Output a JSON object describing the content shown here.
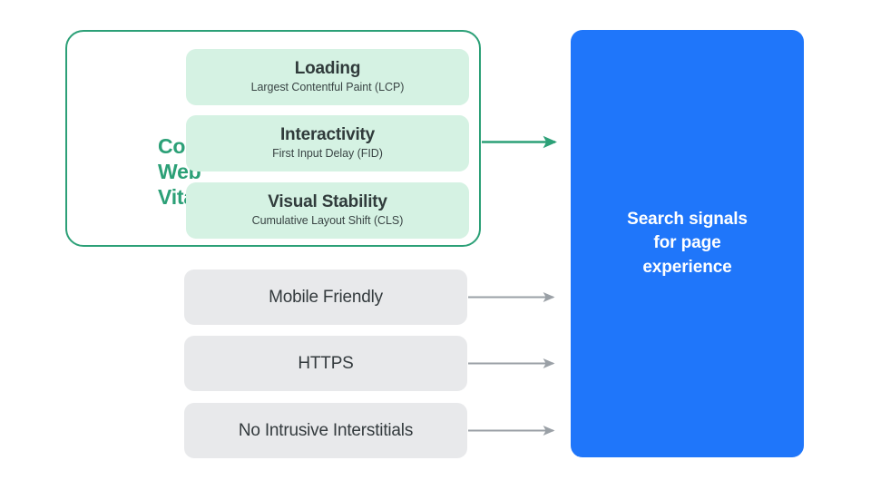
{
  "diagram": {
    "title": "Search signals for page experience",
    "background_color": "#FFFFFF",
    "core_web_vitals": {
      "group_label": "Core\nWeb\nVitals",
      "group_label_lines": [
        "Core",
        "Web",
        "Vitals"
      ],
      "border_color": "#2CA077",
      "label_color": "#2CA077",
      "card_color": "#D5F2E3",
      "items": [
        {
          "title": "Loading",
          "subtitle": "Largest Contentful Paint (LCP)"
        },
        {
          "title": "Interactivity",
          "subtitle": "First Input Delay (FID)"
        },
        {
          "title": "Visual Stability",
          "subtitle": "Cumulative Layout Shift (CLS)"
        }
      ]
    },
    "other_signals": {
      "box_color": "#E8E9EB",
      "text_color": "#333A3D",
      "items": [
        {
          "label": "Mobile Friendly"
        },
        {
          "label": "HTTPS"
        },
        {
          "label": "No Intrusive Interstitials"
        }
      ]
    },
    "output_panel": {
      "color": "#1F76FA",
      "text_color": "#FFFFFF",
      "text": "Search signals\nfor page\nexperience"
    },
    "arrows": [
      {
        "name": "core-web-vitals-arrow",
        "color": "#2CA077"
      },
      {
        "name": "mobile-friendly-arrow",
        "color": "#9AA0A6"
      },
      {
        "name": "https-arrow",
        "color": "#9AA0A6"
      },
      {
        "name": "no-intrusive-interstitials-arrow",
        "color": "#9AA0A6"
      }
    ]
  }
}
